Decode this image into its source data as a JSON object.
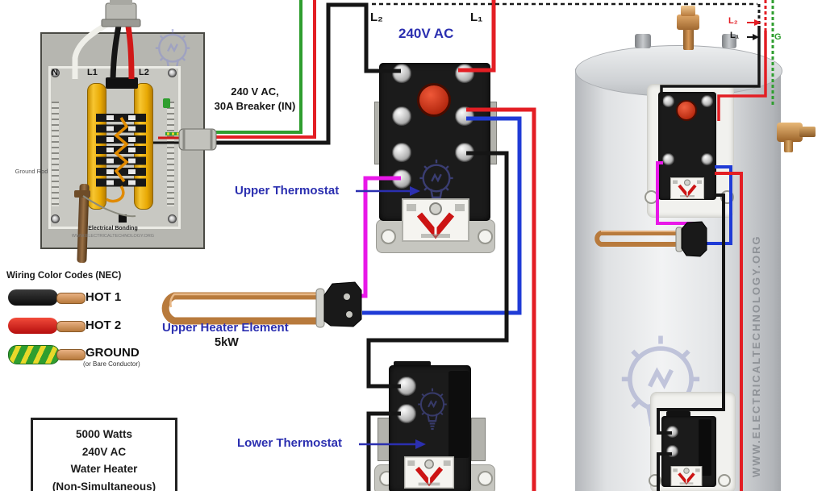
{
  "colors": {
    "hot1_black": "#141414",
    "hot2_red": "#e31e24",
    "ground_green": "#2f9e2f",
    "ground_stripe_yellow": "#e8d82a",
    "neutral_white": "#f0f0ec",
    "blue_wire": "#1f3bd6",
    "magenta_wire": "#e818e8",
    "label_blue": "#2b2fb0",
    "busbar_yellow": "#f0b400",
    "copper": "#b87a3c"
  },
  "panel": {
    "neutral": "N",
    "l1": "L1",
    "l2": "L2",
    "bonding": "Electrical Bonding",
    "website": "WWW.ELECTRICALTECHNOLOGY.ORG",
    "ground_rod": "Ground Rod"
  },
  "breaker_note": {
    "line1": "240 V AC,",
    "line2": "30A Breaker (IN)"
  },
  "schematic": {
    "l2": "L₂",
    "l1": "L₁",
    "voltage": "240V AC",
    "upper_thermostat": "Upper Thermostat",
    "upper_element": "Upper Heater Element",
    "upper_element_power": "5kW",
    "lower_thermostat": "Lower Thermostat"
  },
  "legend": {
    "title": "Wiring Color Codes (NEC)",
    "items": [
      {
        "label": "HOT 1",
        "color": "#141414"
      },
      {
        "label": "HOT 2",
        "color": "#e31e24"
      },
      {
        "label": "GROUND",
        "color": "#2f9e2f / #e8d82a stripes"
      }
    ],
    "ground_note": "(or Bare Conductor)"
  },
  "spec_box": {
    "line1": "5000 Watts",
    "line2": "240V AC",
    "line3": "Water Heater",
    "line4": "(Non-Simultaneous)"
  },
  "tank": {
    "l2": "L₂",
    "l1": "L₁",
    "g": "G",
    "watermark": "WWW.ELECTRICALTECHNOLOGY.ORG"
  }
}
